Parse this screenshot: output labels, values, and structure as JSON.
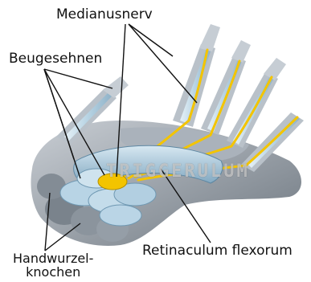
{
  "labels": {
    "medianusnerv": "Medianusnerv",
    "beugesehnen": "Beugesehnen",
    "retinaculum": "Retinaculum flexorum",
    "handwurzel_line1": "Handwurzel-",
    "handwurzel_line2": "knochen"
  },
  "watermark": "TRIGGERULUM",
  "colors": {
    "bone": "#9aa3ad",
    "tendon": "#bcd6e6",
    "nerve": "#f3c400",
    "ligament": "#8fb7d2"
  }
}
